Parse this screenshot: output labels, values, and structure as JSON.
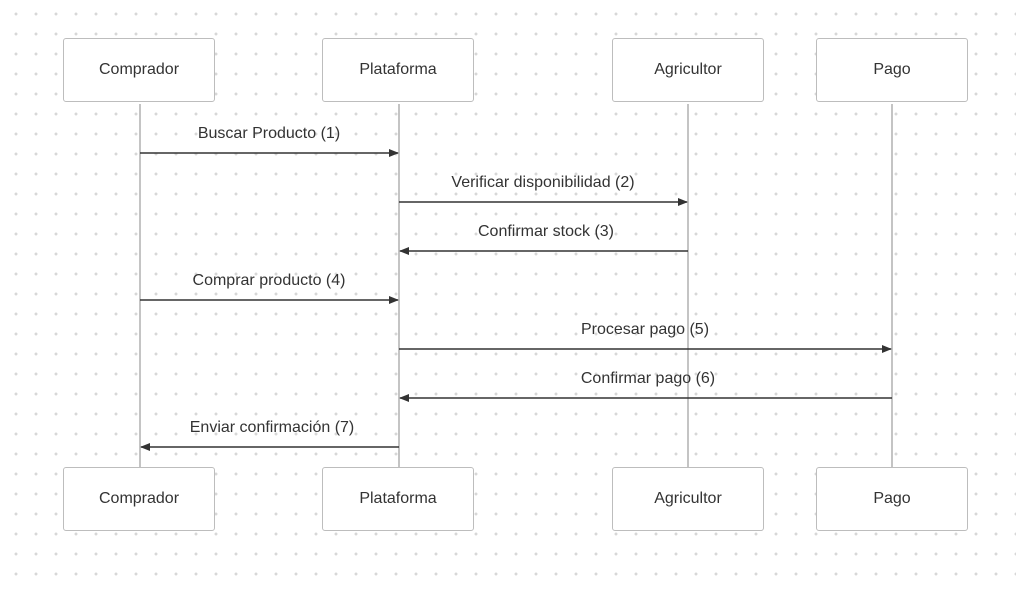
{
  "participants": [
    {
      "name": "Comprador"
    },
    {
      "name": "Plataforma"
    },
    {
      "name": "Agricultor"
    },
    {
      "name": "Pago"
    }
  ],
  "messages": [
    {
      "from": 0,
      "to": 1,
      "label": "Buscar Producto (1)"
    },
    {
      "from": 1,
      "to": 2,
      "label": "Verificar disponibilidad (2)"
    },
    {
      "from": 2,
      "to": 1,
      "label": "Confirmar stock (3)"
    },
    {
      "from": 0,
      "to": 1,
      "label": "Comprar producto (4)"
    },
    {
      "from": 1,
      "to": 3,
      "label": "Procesar pago (5)"
    },
    {
      "from": 3,
      "to": 1,
      "label": "Confirmar pago (6)"
    },
    {
      "from": 1,
      "to": 0,
      "label": "Enviar confirmación (7)"
    }
  ],
  "colors": {
    "arrow": "#333333",
    "lifeline": "#c4c4c4",
    "box_border": "#bdbdbd"
  }
}
